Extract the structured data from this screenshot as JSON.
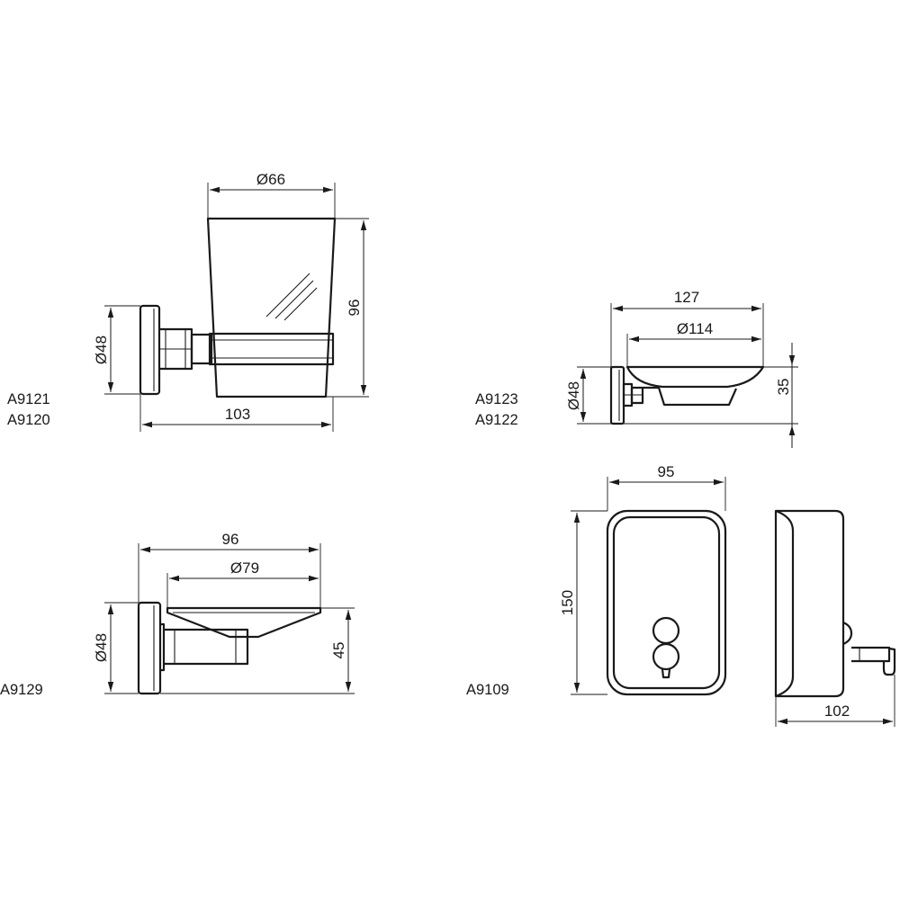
{
  "drawings": {
    "tumbler_holder": {
      "codes": [
        "A9121",
        "A9120"
      ],
      "dims": {
        "glass_diameter": "Ø66",
        "height": "96",
        "wall_plate": "Ø48",
        "projection": "103"
      }
    },
    "soap_dish_127": {
      "codes": [
        "A9123",
        "A9122"
      ],
      "dims": {
        "length": "127",
        "dish_diameter": "Ø114",
        "wall_plate": "Ø48",
        "height": "35"
      }
    },
    "soap_dish_96": {
      "codes": [
        "A9129"
      ],
      "dims": {
        "length": "96",
        "dish_diameter": "Ø79",
        "wall_plate": "Ø48",
        "height": "45"
      }
    },
    "soap_dispenser": {
      "codes": [
        "A9109"
      ],
      "dims": {
        "width": "95",
        "height": "150",
        "depth": "102"
      }
    }
  }
}
